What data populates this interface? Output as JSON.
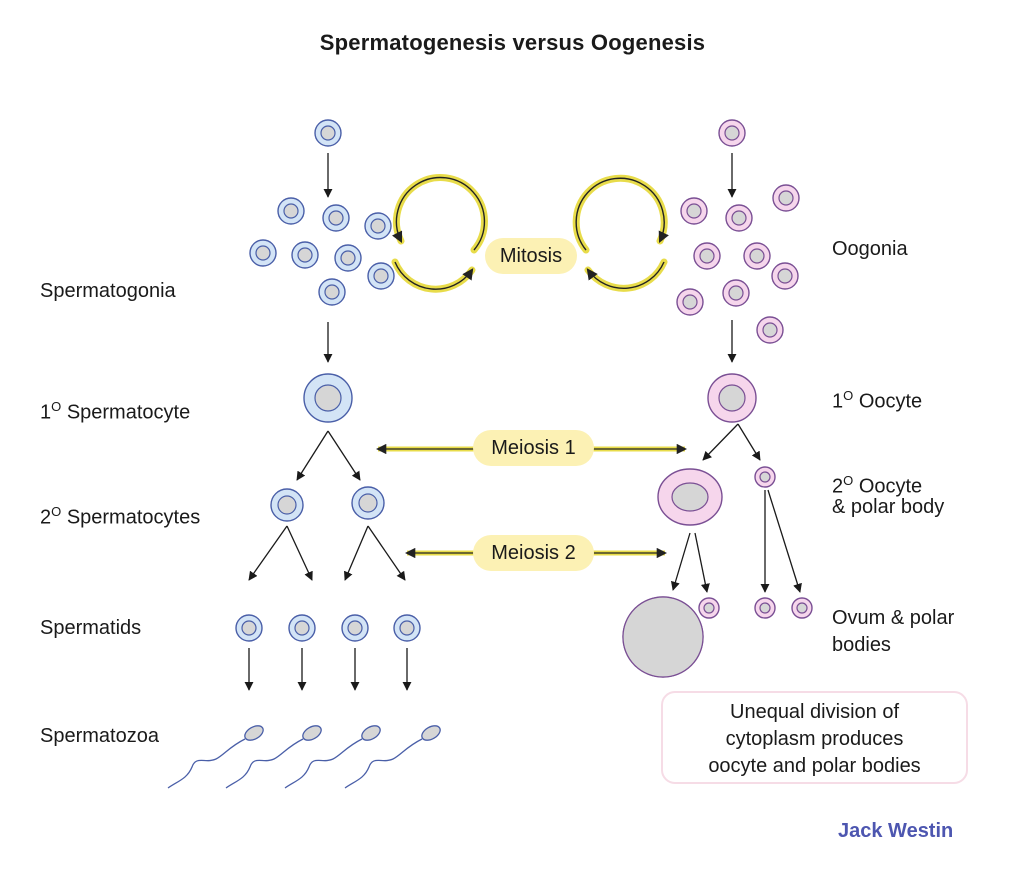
{
  "title": "Spermatogenesis versus Oogenesis",
  "left_labels": {
    "spermatogonia": "Spermatogonia",
    "primary_spermatocyte_prefix": "1",
    "primary_spermatocyte_sup": "O",
    "primary_spermatocyte": "Spermatocyte",
    "secondary_spermatocytes_prefix": "2",
    "secondary_spermatocytes_sup": "O",
    "secondary_spermatocytes": "Spermatocytes",
    "spermatids": "Spermatids",
    "spermatozoa": "Spermatozoa"
  },
  "right_labels": {
    "oogonia": "Oogonia",
    "primary_oocyte_prefix": "1",
    "primary_oocyte_sup": "O",
    "primary_oocyte": "Oocyte",
    "secondary_oocyte_prefix": "2",
    "secondary_oocyte_sup": "O",
    "secondary_oocyte_line1": "Oocyte",
    "secondary_oocyte_line2": "& polar body",
    "ovum_line1": "Ovum & polar",
    "ovum_line2": "bodies"
  },
  "processes": {
    "mitosis": "Mitosis",
    "meiosis1": "Meiosis 1",
    "meiosis2": "Meiosis 2"
  },
  "note": {
    "line1": "Unequal division of",
    "line2": "cytoplasm produces",
    "line3": "oocyte and polar bodies"
  },
  "brand": "Jack Westin",
  "colors": {
    "sperm_cell_fill": "#d3e4f6",
    "sperm_cell_stroke": "#4a5fa8",
    "egg_cell_fill": "#f6d6ec",
    "egg_cell_stroke": "#7a4f94",
    "nucleus": "#d6d6d6",
    "highlight": "#fcf1b4",
    "mitosis_arrow": "#e8dc4a",
    "note_border": "#f6dce6",
    "brand": "#4d56b0"
  }
}
